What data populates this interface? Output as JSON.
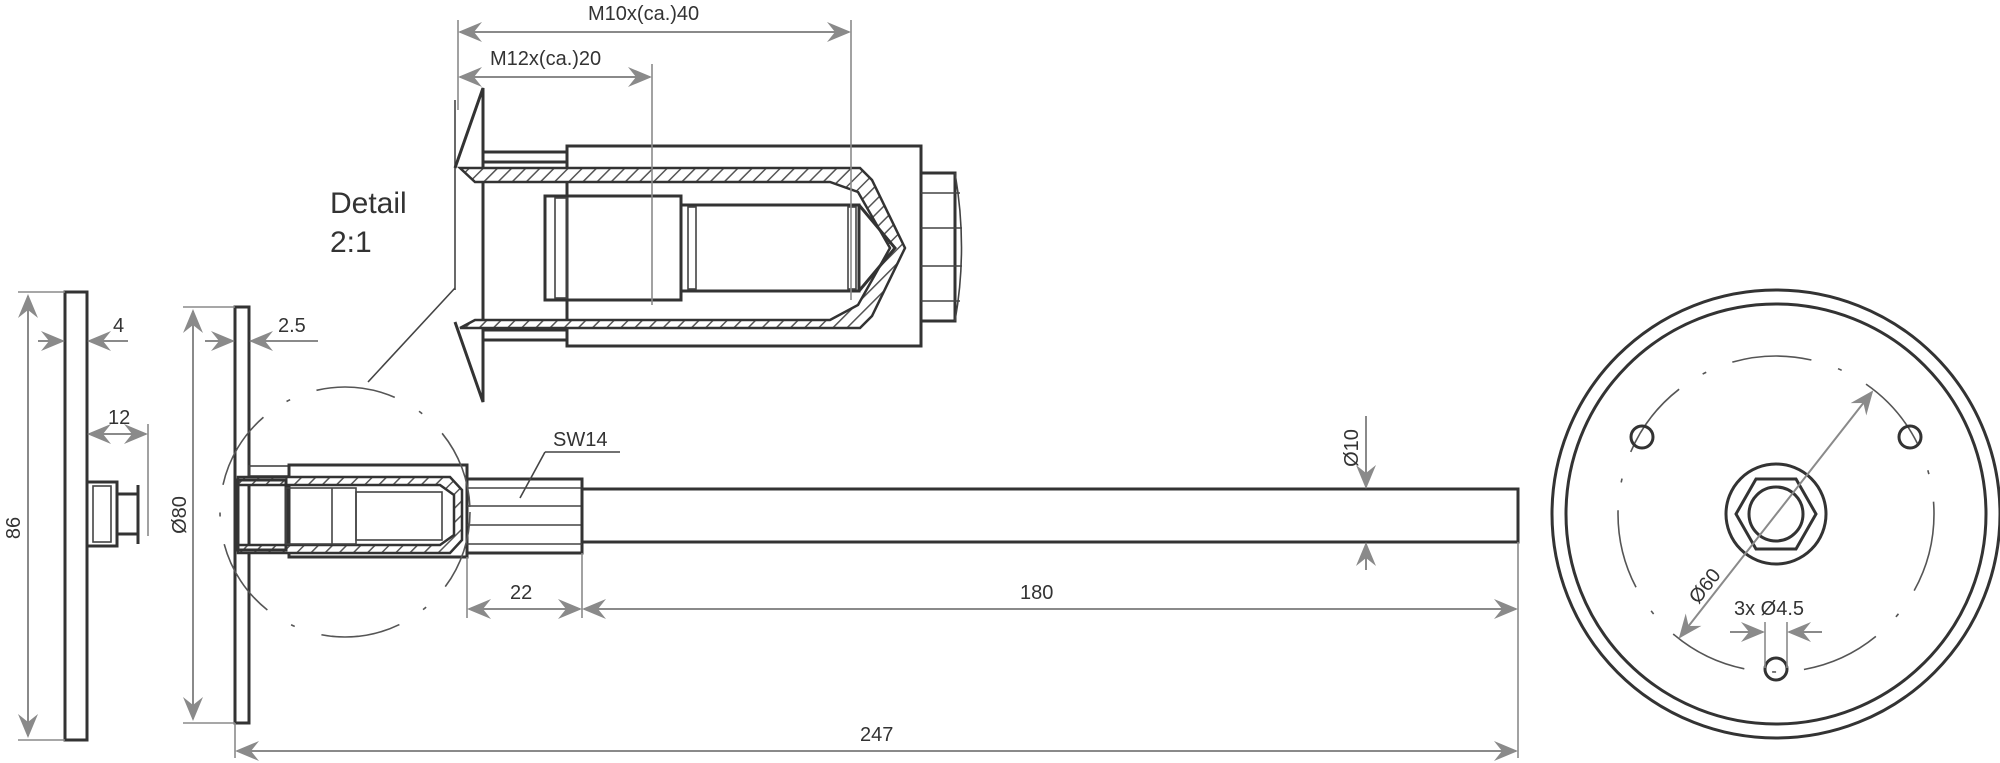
{
  "drawing": {
    "type": "technical-drawing",
    "subject": "Threaded rod with flange plate and cap",
    "detail": {
      "label_line1": "Detail",
      "label_line2": "2:1"
    },
    "dimensions": {
      "thread_m10": "M10x(ca.)40",
      "thread_m12": "M12x(ca.)20",
      "plate_thickness_left": "4",
      "cap_height": "12",
      "overall_height_left": "86",
      "plate_thickness_mid": "2.5",
      "plate_diameter": "Ø80",
      "wrench_size": "SW14",
      "rod_diameter": "Ø10",
      "hex_length": "22",
      "rod_length": "180",
      "overall_length": "247",
      "bolt_circle": "Ø60",
      "holes": "3x Ø4.5"
    },
    "colors": {
      "line": "#333333",
      "dimension": "#8a8a8a",
      "background": "#ffffff"
    }
  }
}
